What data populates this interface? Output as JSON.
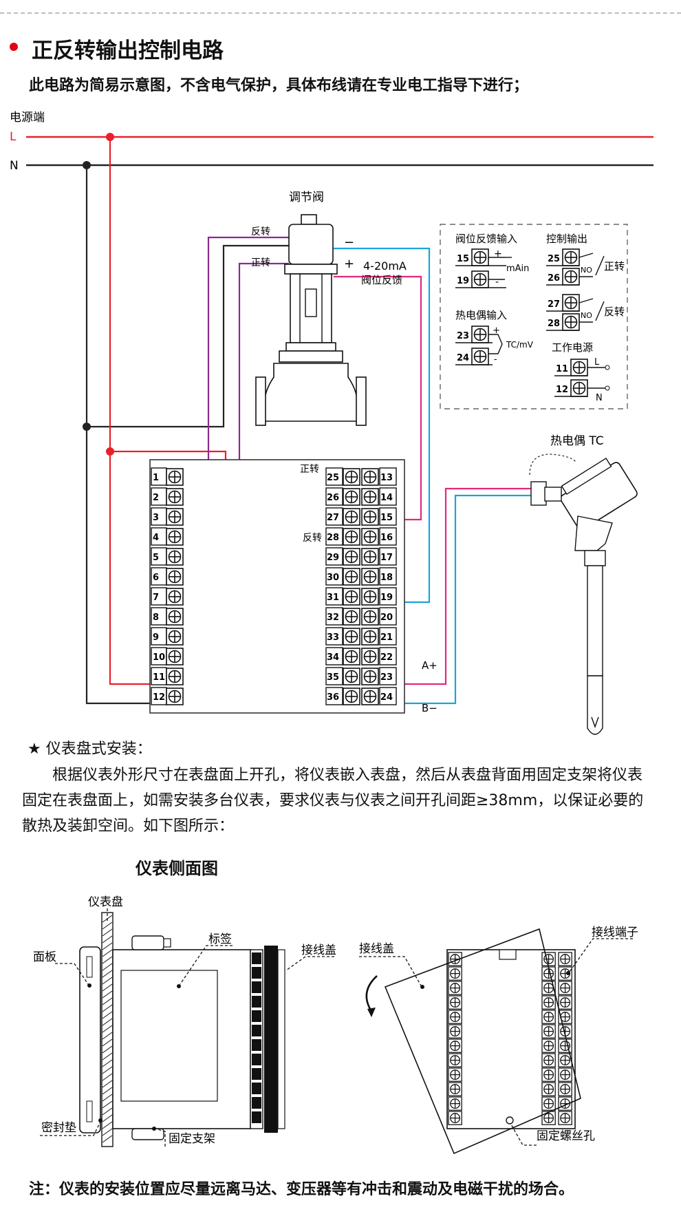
{
  "section": {
    "title": "正反转输出控制电路",
    "subtitle": "此电路为简易示意图，不含电气保护，具体布线请在专业电工指导下进行；"
  },
  "colors": {
    "live": "#e8202a",
    "neutral": "#222222",
    "purple": "#8b2a8e",
    "blue": "#1aa3db",
    "pink": "#e3277b",
    "bullet": "#e60012"
  },
  "power": {
    "label": "电源端",
    "l": "L",
    "n": "N"
  },
  "valve": {
    "title": "调节阀",
    "reverse": "反转",
    "forward": "正转",
    "minus": "−",
    "plus": "+",
    "signal": "4-20mA",
    "signal_desc": "阀位反馈"
  },
  "legend": {
    "feedback_title": "阀位反馈输入",
    "feedback_unit": "mAin",
    "tc_title": "热电偶输入",
    "tc_unit": "TC/mV",
    "ctrl_title": "控制输出",
    "no": "NO",
    "forward": "正转",
    "reverse": "反转",
    "power_title": "工作电源",
    "l": "L",
    "n": "N",
    "plus": "+",
    "minus": "-",
    "t15": "15",
    "t19": "19",
    "t23": "23",
    "t24": "24",
    "t25": "25",
    "t26": "26",
    "t27": "27",
    "t28": "28",
    "t11": "11",
    "t12": "12"
  },
  "terminal_block": {
    "left": [
      "1",
      "2",
      "3",
      "4",
      "5",
      "6",
      "7",
      "8",
      "9",
      "10",
      "11",
      "12"
    ],
    "mid": [
      "25",
      "26",
      "27",
      "28",
      "29",
      "30",
      "31",
      "32",
      "33",
      "34",
      "35",
      "36"
    ],
    "right": [
      "13",
      "14",
      "15",
      "16",
      "17",
      "18",
      "19",
      "20",
      "21",
      "22",
      "23",
      "24"
    ],
    "forward": "正转",
    "reverse": "反转",
    "a_plus": "A+",
    "b_minus": "B−"
  },
  "thermocouple": {
    "label": "热电偶 TC"
  },
  "install": {
    "heading": "仪表盘式安装：",
    "paragraph": "根据仪表外形尺寸在表盘面上开孔，将仪表嵌入表盘，然后从表盘背面用固定支架将仪表固定在表盘面上，如需安装多台仪表，要求仪表与仪表之间开孔间距≥38mm，以保证必要的散热及装卸空间。如下图所示："
  },
  "side_view": {
    "title": "仪表侧面图",
    "panel_board": "仪表盘",
    "panel": "面板",
    "label": "标签",
    "cover": "接线盖",
    "gasket": "密封垫",
    "bracket": "固定支架",
    "cover2": "接线盖",
    "terminals": "接线端子",
    "screw_hole": "固定螺丝孔"
  },
  "note": "注：仪表的安装位置应尽量远离马达、变压器等有冲击和震动及电磁干扰的场合。"
}
